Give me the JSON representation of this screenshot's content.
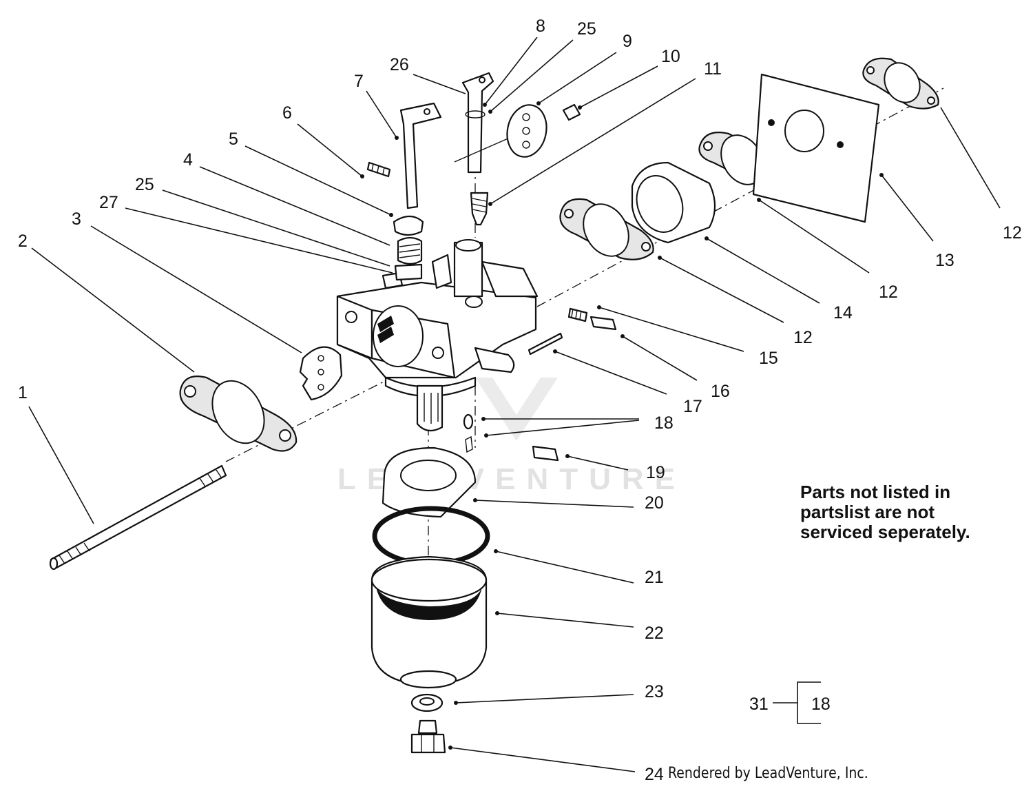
{
  "watermark": {
    "brand": "LEADVENTURE"
  },
  "callouts": [
    {
      "id": "c1",
      "text": "1"
    },
    {
      "id": "c2",
      "text": "2"
    },
    {
      "id": "c3",
      "text": "3"
    },
    {
      "id": "c27",
      "text": "27"
    },
    {
      "id": "c25a",
      "text": "25"
    },
    {
      "id": "c4",
      "text": "4"
    },
    {
      "id": "c5",
      "text": "5"
    },
    {
      "id": "c6",
      "text": "6"
    },
    {
      "id": "c7",
      "text": "7"
    },
    {
      "id": "c26",
      "text": "26"
    },
    {
      "id": "c8",
      "text": "8"
    },
    {
      "id": "c25b",
      "text": "25"
    },
    {
      "id": "c9",
      "text": "9"
    },
    {
      "id": "c10",
      "text": "10"
    },
    {
      "id": "c11",
      "text": "11"
    },
    {
      "id": "c12a",
      "text": "12"
    },
    {
      "id": "c13",
      "text": "13"
    },
    {
      "id": "c12b",
      "text": "12"
    },
    {
      "id": "c14",
      "text": "14"
    },
    {
      "id": "c12c",
      "text": "12"
    },
    {
      "id": "c15",
      "text": "15"
    },
    {
      "id": "c16",
      "text": "16"
    },
    {
      "id": "c17",
      "text": "17"
    },
    {
      "id": "c18",
      "text": "18"
    },
    {
      "id": "c19",
      "text": "19"
    },
    {
      "id": "c20",
      "text": "20"
    },
    {
      "id": "c21",
      "text": "21"
    },
    {
      "id": "c22",
      "text": "22"
    },
    {
      "id": "c23",
      "text": "23"
    },
    {
      "id": "c24",
      "text": "24"
    }
  ],
  "kit": {
    "kit_number": "31",
    "part_number": "18"
  },
  "note": {
    "line1": "Parts not listed in",
    "line2": "partslist are not",
    "line3": "serviced seperately."
  },
  "credit": "Rendered by LeadVenture, Inc."
}
